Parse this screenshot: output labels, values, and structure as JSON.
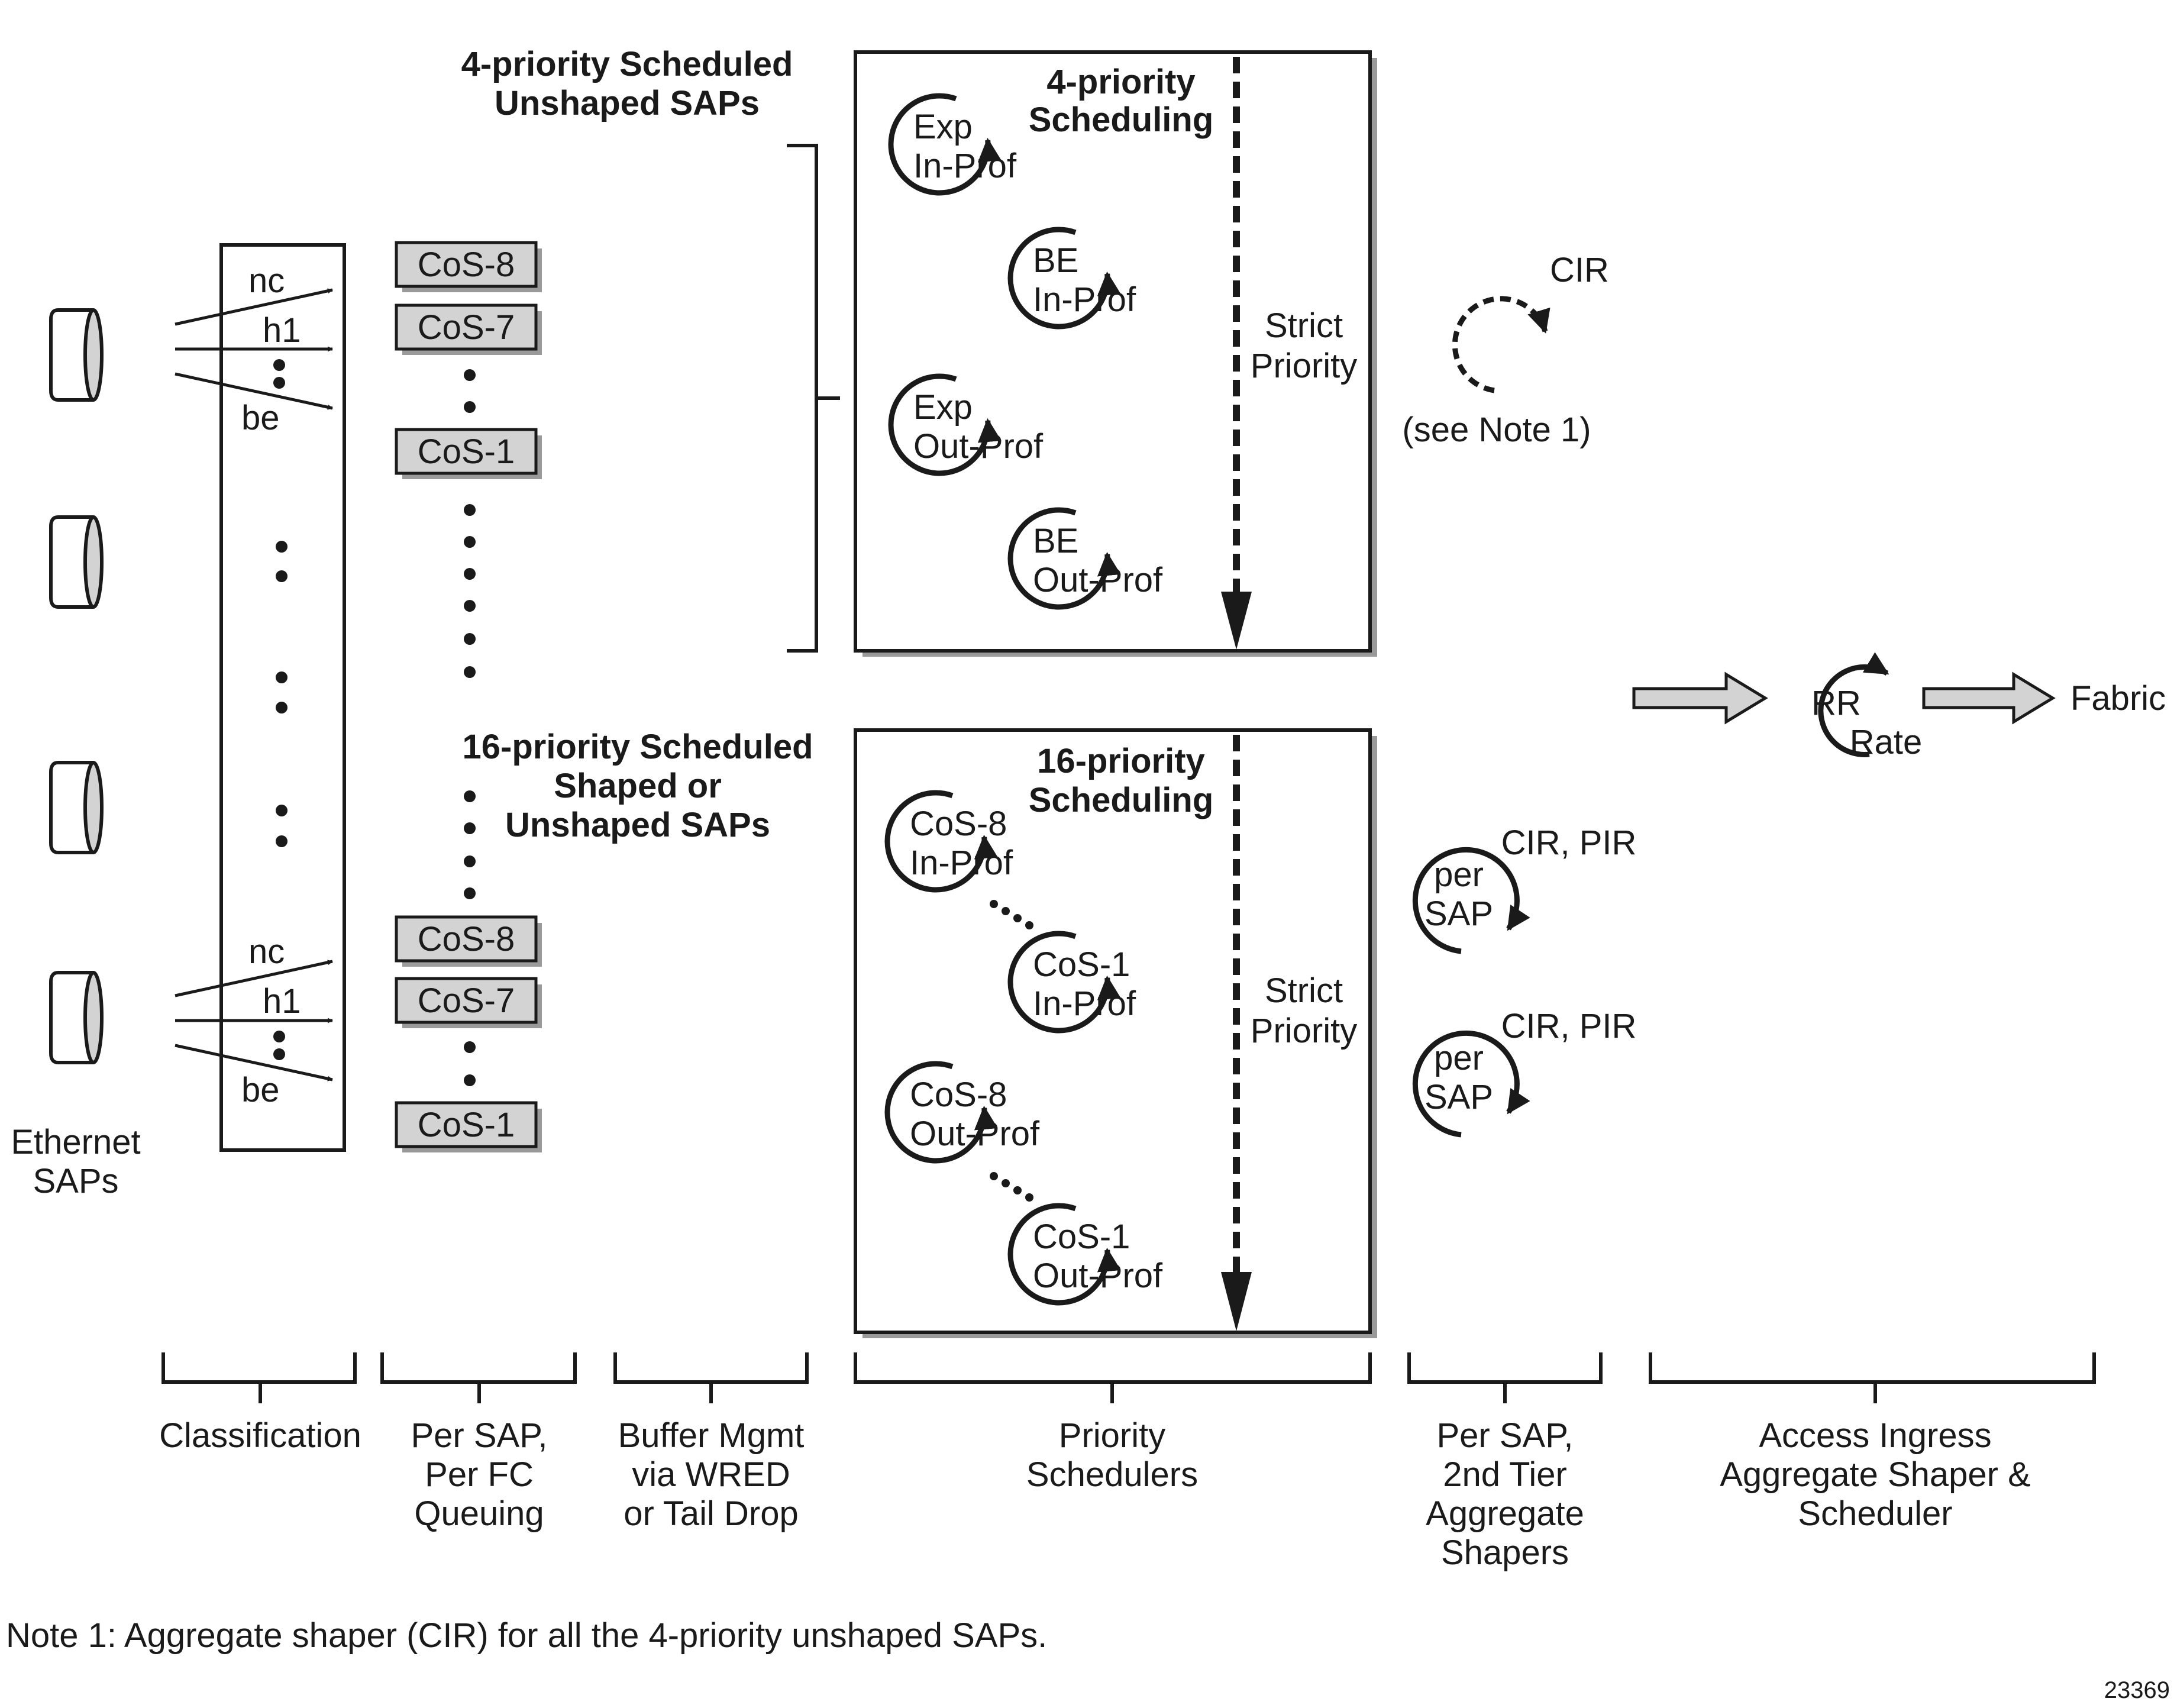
{
  "colors": {
    "ink": "#1a1a1a",
    "fill_grey": "#d3d3d3",
    "shadow": "#9a9a9a"
  },
  "saps": {
    "label_line1": "Ethernet",
    "label_line2": "SAPs"
  },
  "classification": {
    "fc_nc": "nc",
    "fc_h1": "h1",
    "fc_be": "be"
  },
  "queues": {
    "cos8": "CoS-8",
    "cos7": "CoS-7",
    "cos1": "CoS-1"
  },
  "group_top": {
    "title_line1": "4-priority Scheduled",
    "title_line2": "Unshaped SAPs",
    "box_title_line1": "4-priority",
    "box_title_line2": "Scheduling",
    "schedulers": [
      {
        "line1": "Exp",
        "line2": "In-Prof"
      },
      {
        "line1": "BE",
        "line2": "In-Prof"
      },
      {
        "line1": "Exp",
        "line2": "Out-Prof"
      },
      {
        "line1": "BE",
        "line2": "Out-Prof"
      }
    ],
    "strict_line1": "Strict",
    "strict_line2": "Priority",
    "cir_label": "CIR",
    "note_ref": "(see Note 1)"
  },
  "group_bottom": {
    "title_line1": "16-priority Scheduled",
    "title_line2": "Shaped or",
    "title_line3": "Unshaped SAPs",
    "box_title_line1": "16-priority",
    "box_title_line2": "Scheduling",
    "schedulers": [
      {
        "line1": "CoS-8",
        "line2": "In-Prof"
      },
      {
        "line1": "CoS-1",
        "line2": "In-Prof"
      },
      {
        "line1": "CoS-8",
        "line2": "Out-Prof"
      },
      {
        "line1": "CoS-1",
        "line2": "Out-Prof"
      }
    ],
    "strict_line1": "Strict",
    "strict_line2": "Priority",
    "shapers": [
      {
        "rate_label": "CIR, PIR",
        "line1": "per",
        "line2": "SAP"
      },
      {
        "rate_label": "CIR, PIR",
        "line1": "per",
        "line2": "SAP"
      }
    ]
  },
  "aggregate": {
    "rr": "RR",
    "rate": "Rate",
    "fabric": "Fabric"
  },
  "stages": [
    {
      "lines": [
        "Classification"
      ]
    },
    {
      "lines": [
        "Per SAP,",
        "Per FC",
        "Queuing"
      ]
    },
    {
      "lines": [
        "Buffer Mgmt",
        "via WRED",
        "or Tail Drop"
      ]
    },
    {
      "lines": [
        "Priority",
        "Schedulers"
      ]
    },
    {
      "lines": [
        "Per SAP,",
        "2nd Tier",
        "Aggregate",
        "Shapers"
      ]
    },
    {
      "lines": [
        "Access Ingress",
        "Aggregate Shaper &",
        "Scheduler"
      ]
    }
  ],
  "note": "Note 1: Aggregate shaper (CIR) for all the 4-priority unshaped SAPs.",
  "figure_id": "23369"
}
